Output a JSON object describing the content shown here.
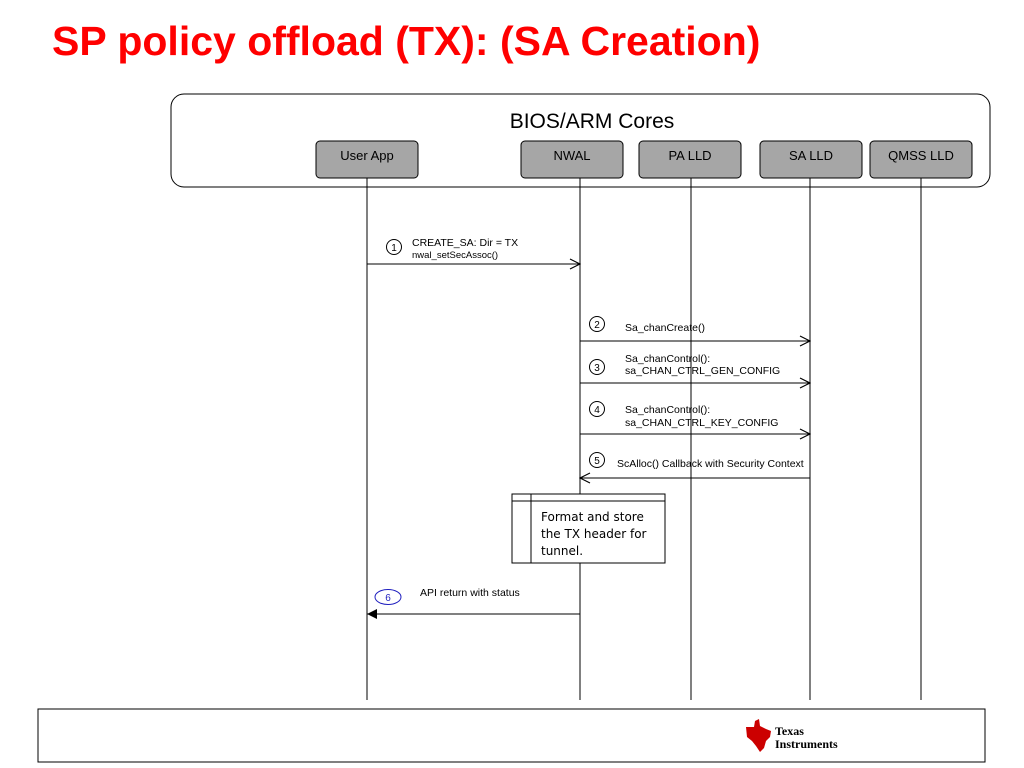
{
  "title": "SP policy offload (TX): (SA Creation)",
  "system_label": "BIOS/ARM Cores",
  "components": {
    "user_app": "User App",
    "nwal": "NWAL",
    "pa_lld": "PA LLD",
    "sa_lld": "SA LLD",
    "qmss_lld": "QMSS LLD"
  },
  "messages": [
    {
      "step": "1",
      "line1": "CREATE_SA: Dir = TX",
      "line2": "nwal_setSecAssoc()"
    },
    {
      "step": "2",
      "line1": "Sa_chanCreate()",
      "line2": ""
    },
    {
      "step": "3",
      "line1": "Sa_chanControl():",
      "line2": "sa_CHAN_CTRL_GEN_CONFIG"
    },
    {
      "step": "4",
      "line1": "Sa_chanControl():",
      "line2": "sa_CHAN_CTRL_KEY_CONFIG"
    },
    {
      "step": "5",
      "line1": "ScAlloc() Callback with  Security Context",
      "line2": ""
    },
    {
      "step": "6",
      "line1": "API return with status",
      "line2": ""
    }
  ],
  "note": {
    "line1": "Format and store",
    "line2": "the TX header for",
    "line3": "tunnel."
  },
  "footer": {
    "logo_line1": "Texas",
    "logo_line2": "Instruments"
  },
  "colors": {
    "title": "#ff0000",
    "component_fill": "#a6a6a6",
    "ti_logo": "#cc0000",
    "step6_circle": "#1f1fbf"
  }
}
